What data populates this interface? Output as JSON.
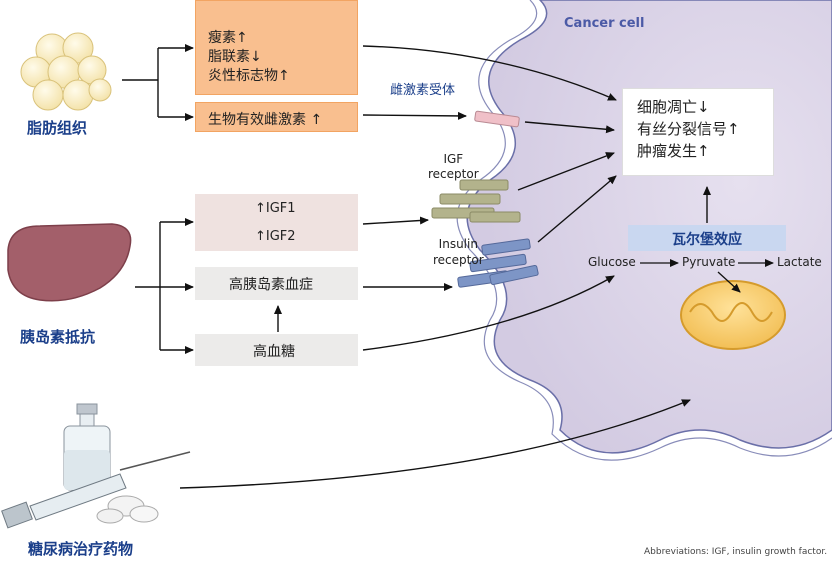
{
  "cancer_cell_label": "Cancer cell",
  "sources": {
    "adipose": "脂肪组织",
    "insulin_resistance": "胰岛素抵抗",
    "diabetes_drugs": "糖尿病治疗药物"
  },
  "adipose_effects": [
    "瘦素↑",
    "脂联素↓",
    "炎性标志物↑"
  ],
  "estrogen_box": "生物有效雌激素 ↑",
  "estrogen_receptor_label": "雌激素受体",
  "igf_box": [
    "↑IGF1",
    "↑IGF2"
  ],
  "hyperinsulinemia": "高胰岛素血症",
  "hyperglycemia": "高血糖",
  "igf_receptor_label": [
    "IGF",
    "receptor"
  ],
  "insulin_receptor_label": [
    "Insulin",
    "receptor"
  ],
  "outcomes": [
    "细胞凋亡↓",
    "有丝分裂信号↑",
    "肿瘤发生↑"
  ],
  "warburg_label": "瓦尔堡效应",
  "metabolism": {
    "glucose": "Glucose",
    "pyruvate": "Pyruvate",
    "lactate": "Lactate"
  },
  "footnote": "Abbreviations: IGF, insulin growth factor.",
  "colors": {
    "cell_fill": "#d9d2e6",
    "cell_outline": "#6a6fa8",
    "cancer_label": "#4b5aa6",
    "source_label": "#1b3f8a",
    "orange_box": "#f9bf8f",
    "pink_box": "#efe2e0",
    "gray_box": "#ecebea",
    "warburg_box": "#c9d7f0",
    "igf_receptor": "#b3b38c",
    "insulin_receptor": "#7d95c6",
    "estrogen_receptor": "#f0c0c8"
  }
}
